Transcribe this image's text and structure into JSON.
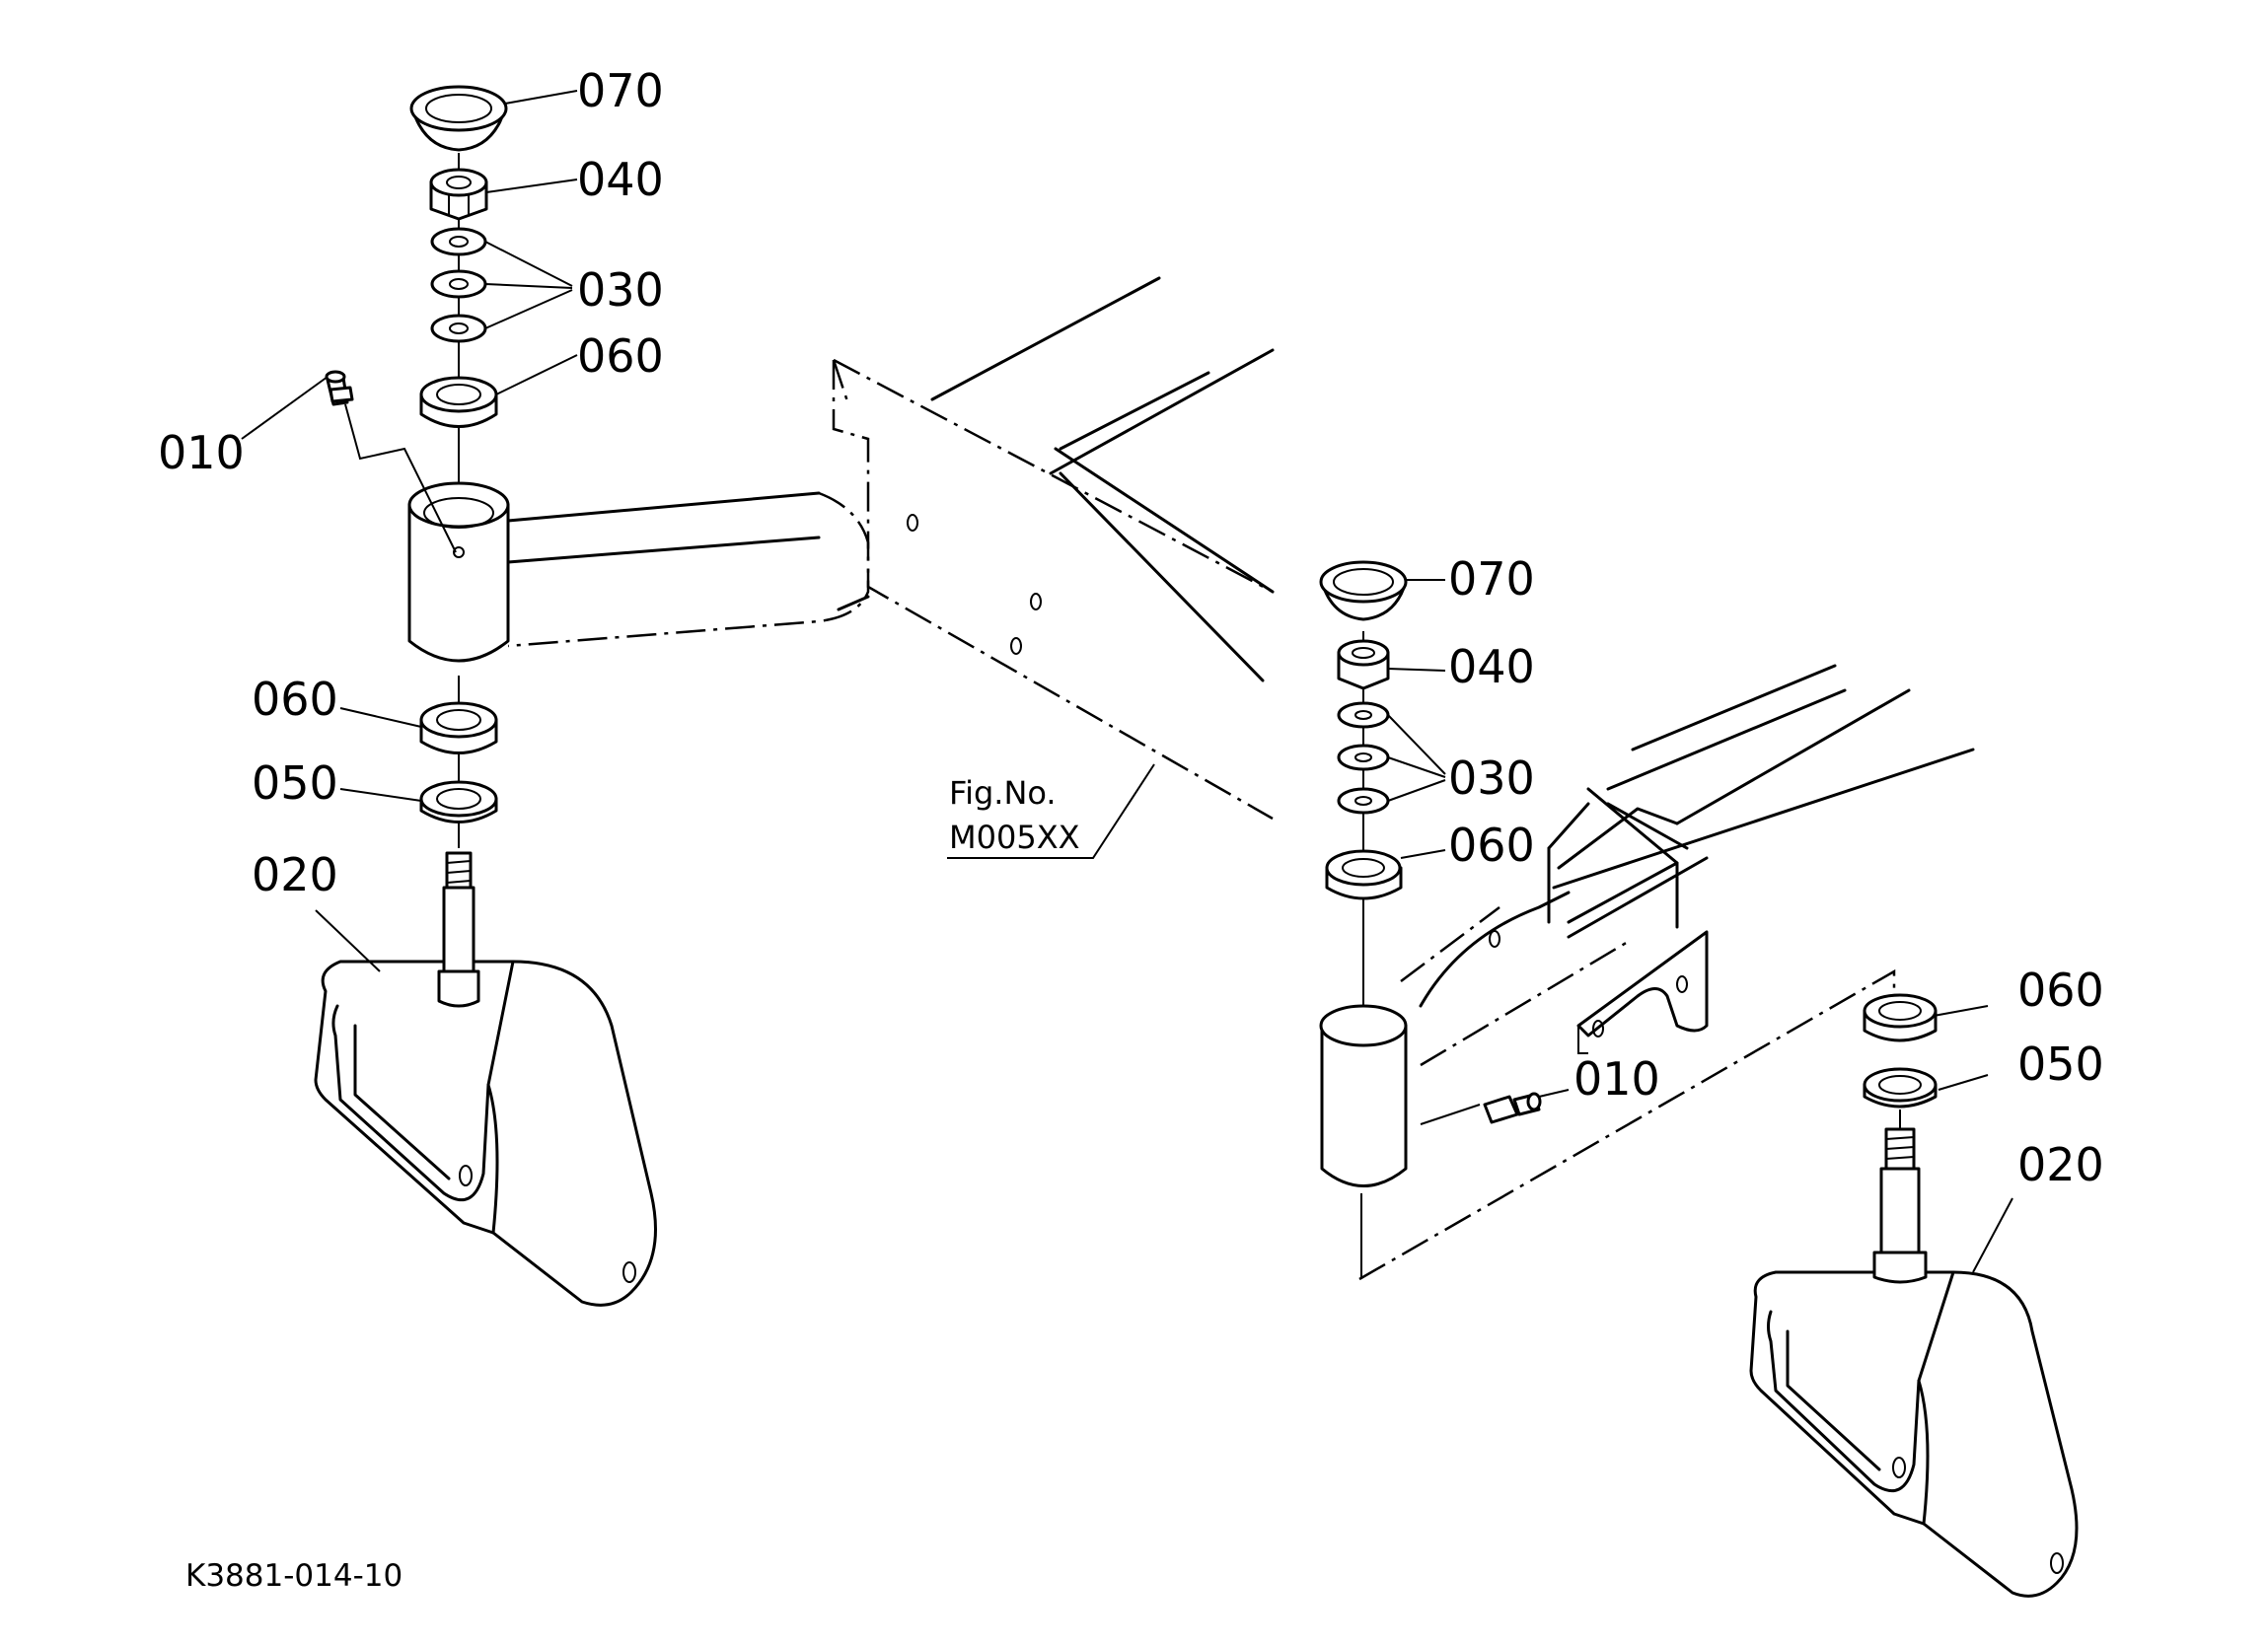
{
  "diagram_code": "K3881-014-10",
  "figure_reference": {
    "line1": "Fig.No.",
    "line2": "M005XX"
  },
  "callouts_left": {
    "c070": "070",
    "c040": "040",
    "c030": "030",
    "c060_top": "060",
    "c010": "010",
    "c060_bottom": "060",
    "c050": "050",
    "c020": "020"
  },
  "callouts_right": {
    "c070": "070",
    "c040": "040",
    "c030": "030",
    "c060_top": "060",
    "c010": "010",
    "c060_caster": "060",
    "c050": "050",
    "c020": "020"
  }
}
